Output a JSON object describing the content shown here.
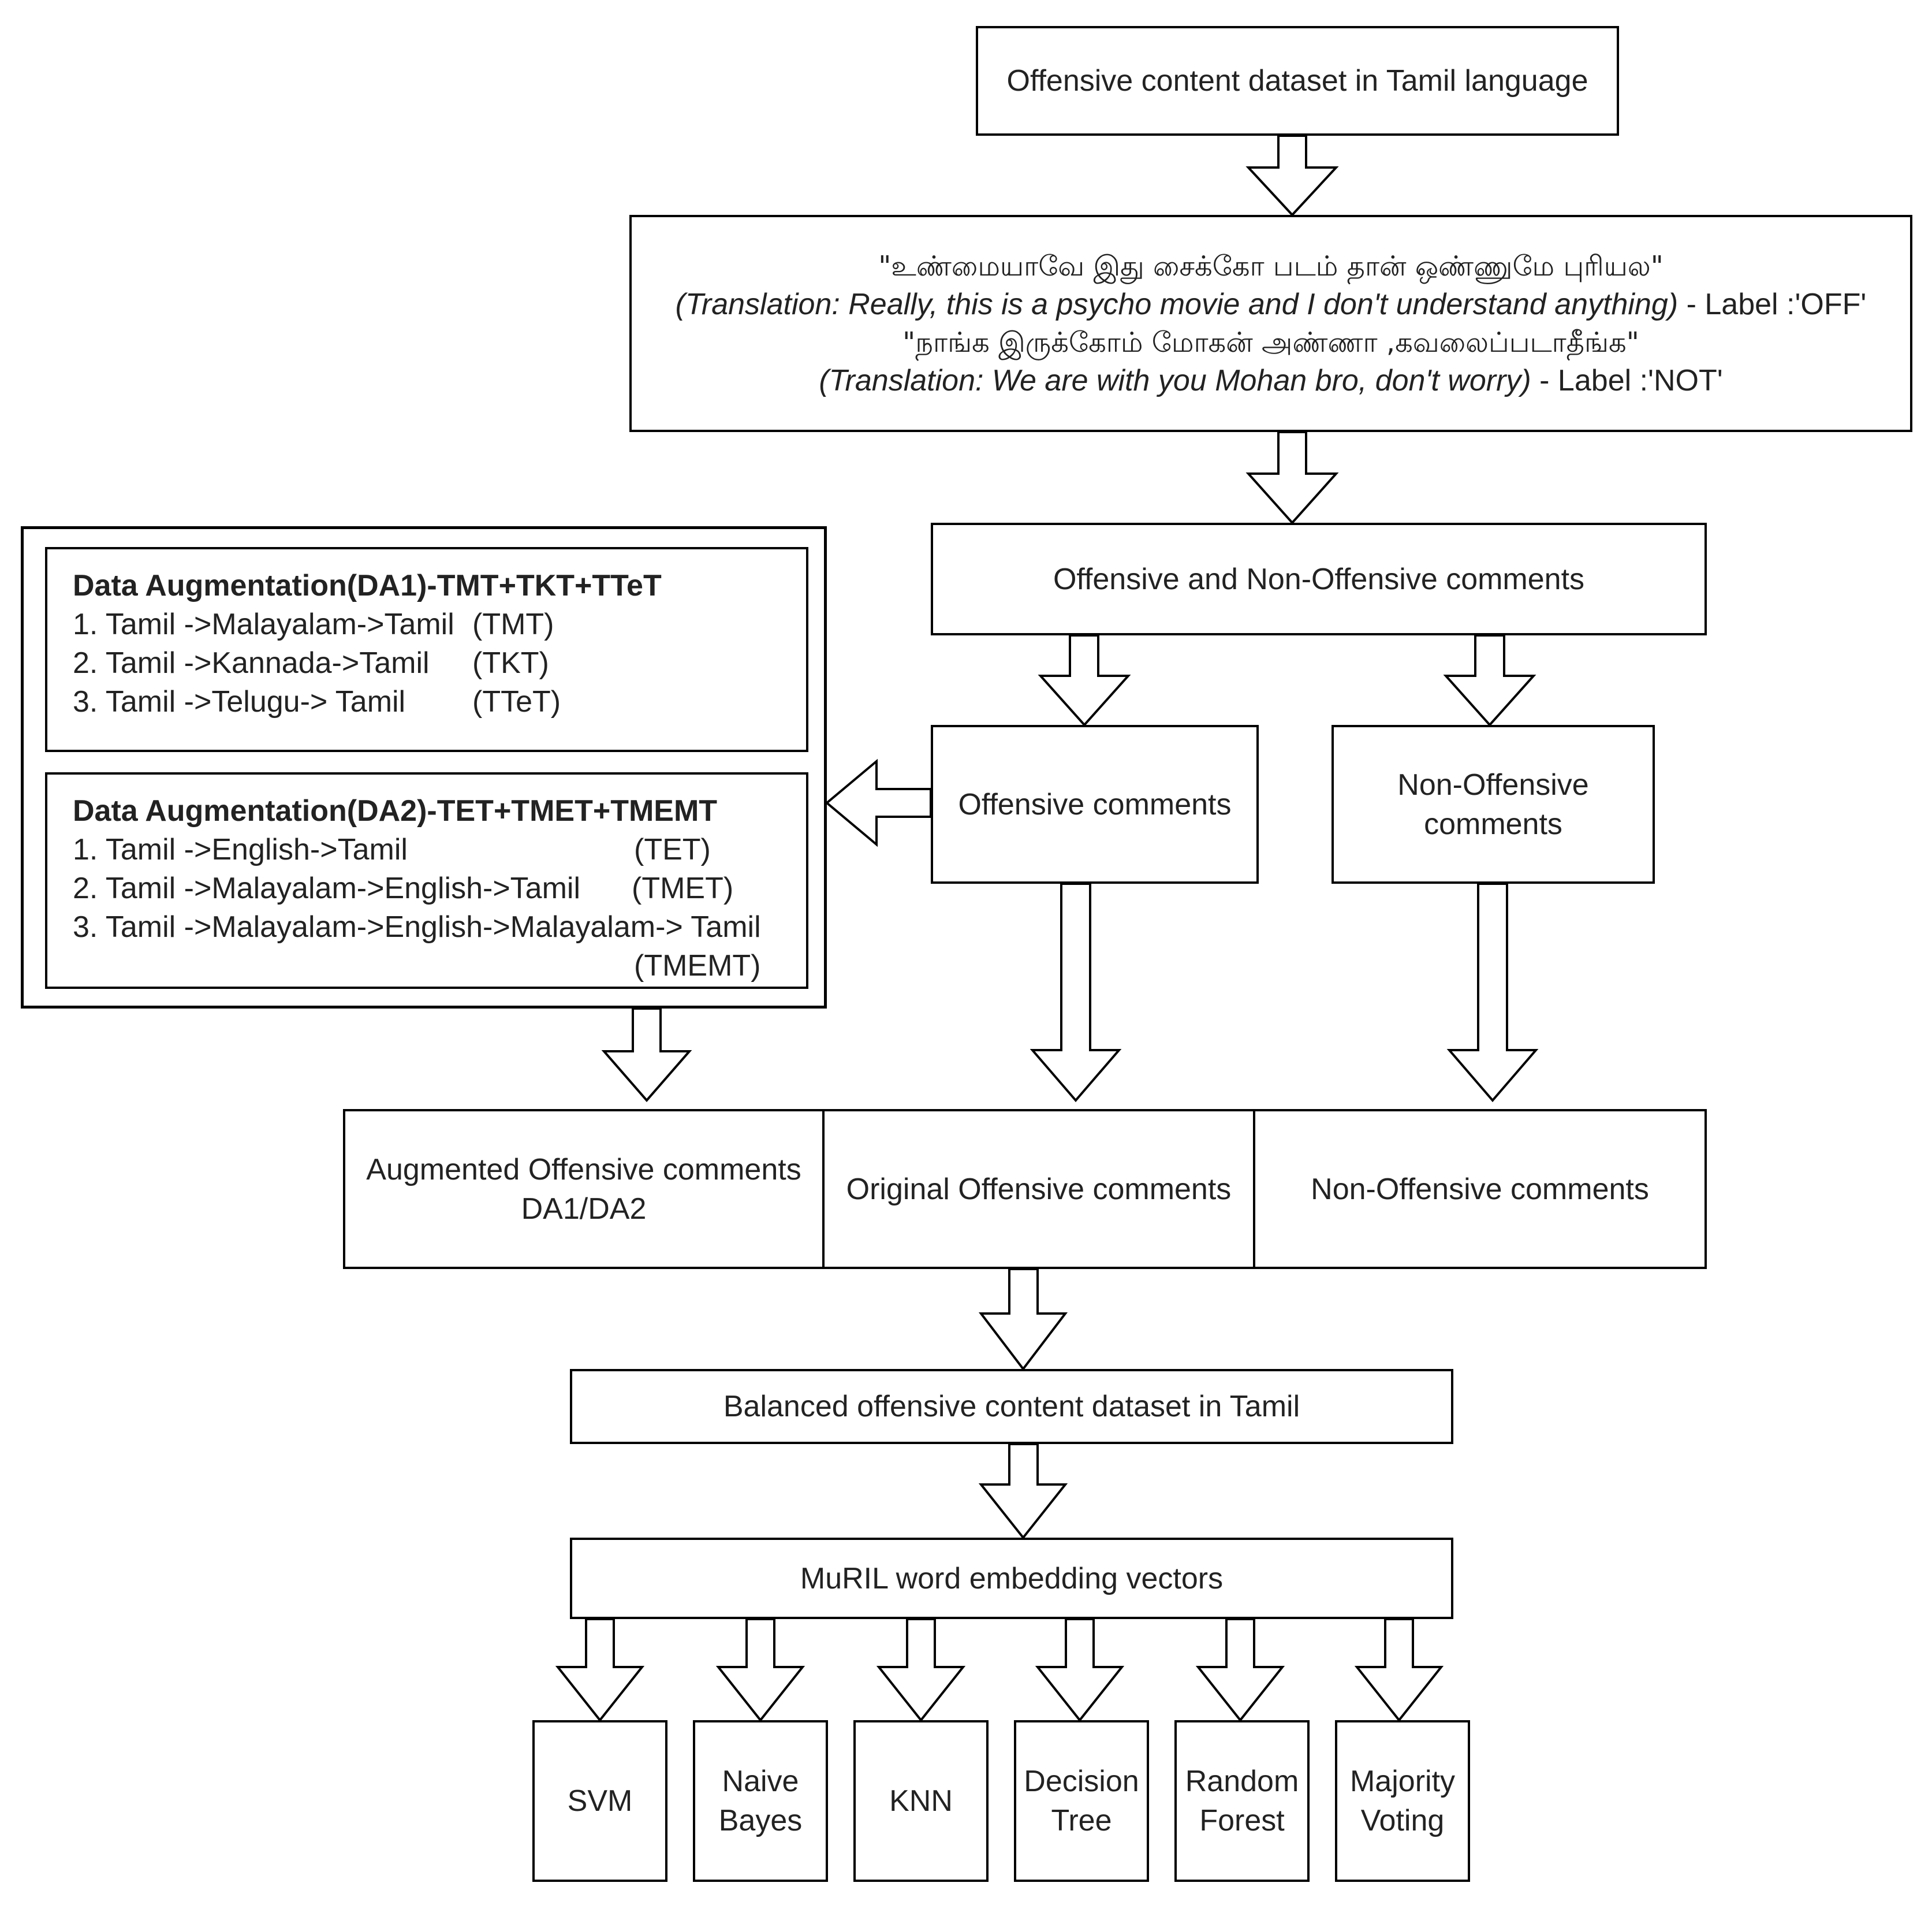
{
  "title_box": "Offensive content dataset in Tamil language",
  "examples": {
    "ex1_tamil": "\"உண்மையாவே இது சைக்கோ படம் தான் ஒண்ணுமே புரியல\"",
    "ex1_translation": "(Translation: Really, this is a psycho movie and I don't understand anything)",
    "ex1_label": " - Label :'OFF'",
    "ex2_tamil": "\"நாங்க இருக்கோம் மோகன் அண்ணா ,கவலைப்படாதீங்க\"",
    "ex2_translation": "(Translation: We are with you Mohan bro, don't worry)",
    "ex2_label": " - Label :'NOT'"
  },
  "split_box": "Offensive and Non-Offensive comments",
  "offensive_box": "Offensive comments",
  "non_offensive_box": [
    "Non-Offensive",
    "comments"
  ],
  "da1": {
    "heading": "Data Augmentation(DA1)-TMT+TKT+TTeT",
    "items": [
      {
        "text": "1. Tamil ->Malayalam->Tamil",
        "code": "(TMT)"
      },
      {
        "text": "2. Tamil ->Kannada->Tamil",
        "code": "(TKT)"
      },
      {
        "text": "3. Tamil ->Telugu-> Tamil",
        "code": "(TTeT)"
      }
    ]
  },
  "da2": {
    "heading": "Data Augmentation(DA2)-TET+TMET+TMEMT",
    "items": [
      {
        "text": "1. Tamil ->English->Tamil",
        "code": "(TET)"
      },
      {
        "text": "2. Tamil ->Malayalam->English->Tamil",
        "code": "(TMET)"
      },
      {
        "text": "3. Tamil ->Malayalam->English->Malayalam-> Tamil",
        "code": ""
      },
      {
        "text": "",
        "code": "(TMEMT)"
      }
    ]
  },
  "combined": {
    "augmented": [
      "Augmented Offensive comments",
      "DA1/DA2"
    ],
    "original": "Original Offensive comments",
    "non_offensive": "Non-Offensive comments"
  },
  "balanced_box": "Balanced offensive content dataset in Tamil",
  "muril_box": "MuRIL word embedding vectors",
  "classifiers": [
    [
      "SVM"
    ],
    [
      "Naive",
      "Bayes"
    ],
    [
      "KNN"
    ],
    [
      "Decision",
      "Tree"
    ],
    [
      "Random",
      "Forest"
    ],
    [
      "Majority",
      "Voting"
    ]
  ]
}
